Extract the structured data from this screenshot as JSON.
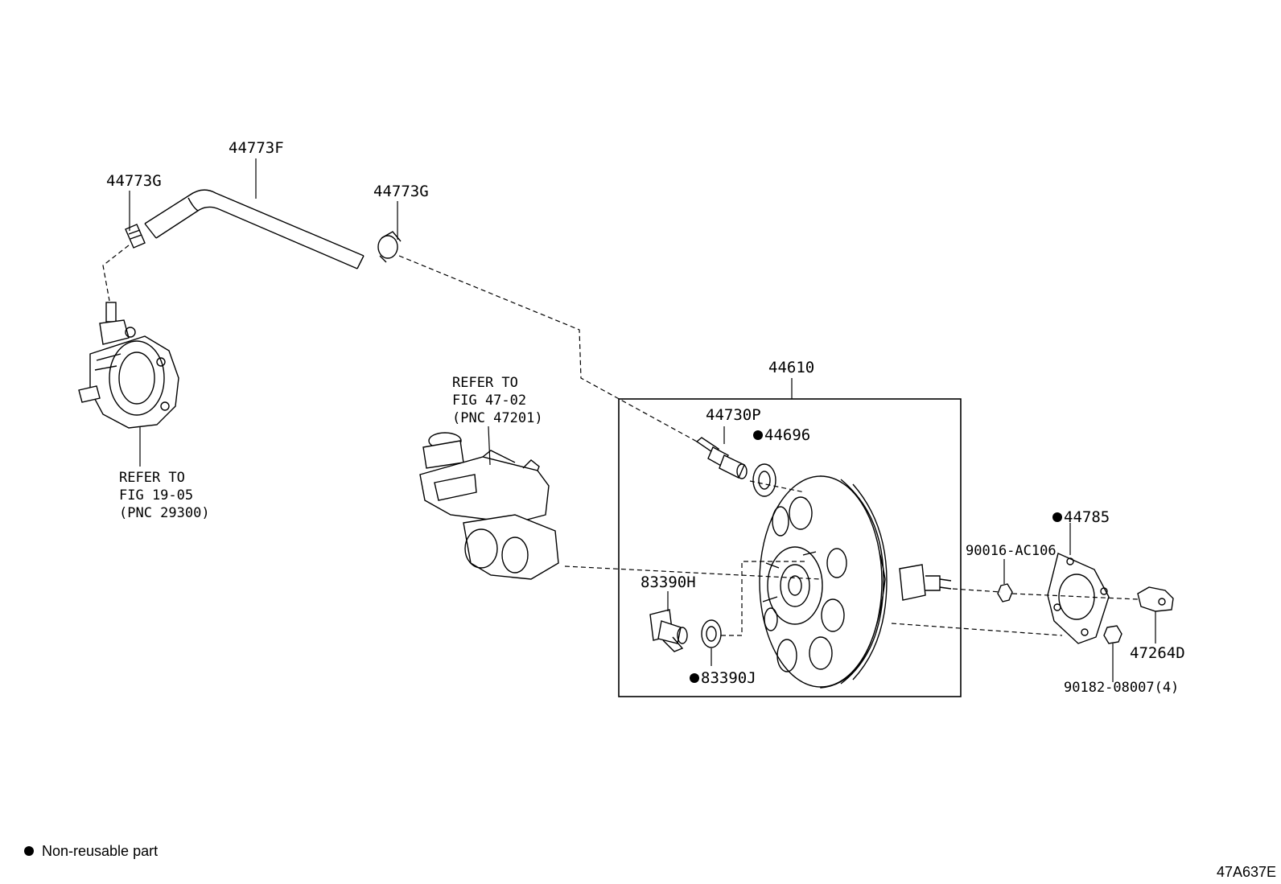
{
  "labels": {
    "hose": "44773F",
    "clip_left": "44773G",
    "clip_right": "44773G",
    "booster_assy": "44610",
    "check_valve": "44730P",
    "grommet": "44696",
    "sensor": "83390H",
    "sensor_seal": "83390J",
    "gasket": "44785",
    "nut_top": "90016-AC106",
    "bracket": "47264D",
    "nut_bottom": "90182-08007(4)"
  },
  "refs": {
    "pump": [
      "REFER TO",
      "FIG 19-05",
      "(PNC 29300)"
    ],
    "master_cyl": [
      "REFER TO",
      "FIG 47-02",
      "(PNC 47201)"
    ]
  },
  "legend": {
    "text": "Non-reusable part"
  },
  "footer": {
    "code": "47A637E"
  }
}
